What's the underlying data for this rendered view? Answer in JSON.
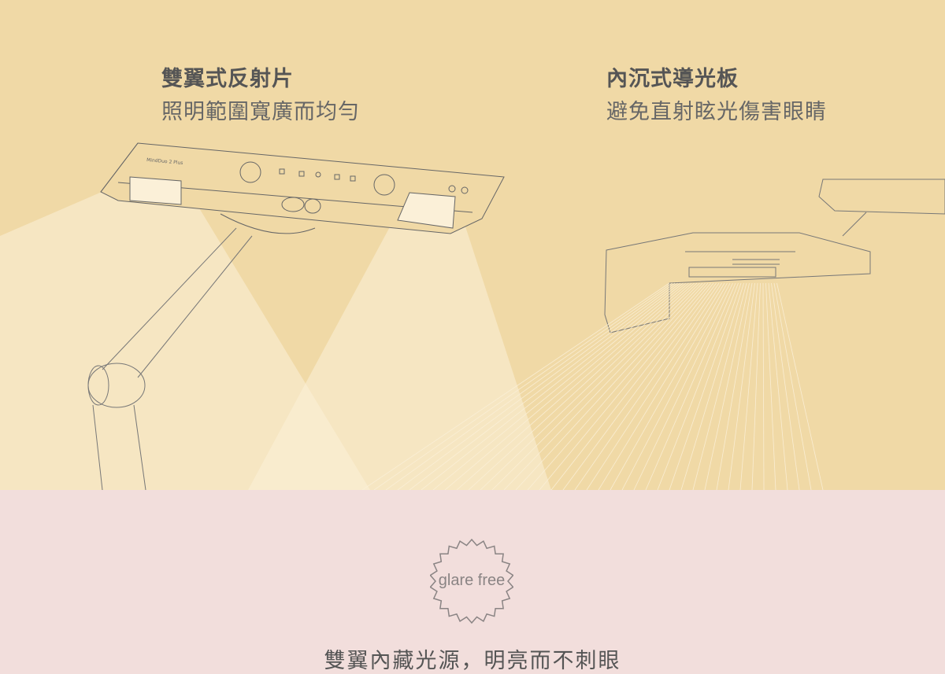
{
  "left_feature": {
    "title": "雙翼式反射片",
    "subtitle": "照明範圍寬廣而均勻"
  },
  "right_feature": {
    "title": "內沉式導光板",
    "subtitle": "避免直射眩光傷害眼睛"
  },
  "product_label": "MindDuo 2 Plus",
  "badge": {
    "text": "glare free",
    "icon": "starburst-badge-icon"
  },
  "caption": "雙翼內藏光源，明亮而不刺眼",
  "colors": {
    "top_background": "#f0d9a6",
    "bottom_background": "#f2dedc",
    "light_beam": "#fbf0d8",
    "text": "#555555"
  }
}
